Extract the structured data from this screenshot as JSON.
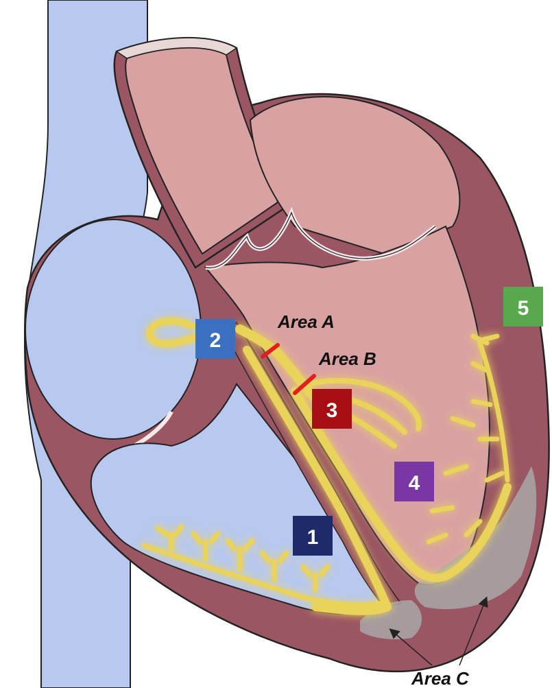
{
  "labels": {
    "area_a": "Area A",
    "area_b": "Area B",
    "area_c": "Area C"
  },
  "badges": [
    {
      "id": "badge-1",
      "text": "1",
      "color": "#1f2a6b"
    },
    {
      "id": "badge-2",
      "text": "2",
      "color": "#3b6fc0"
    },
    {
      "id": "badge-3",
      "text": "3",
      "color": "#a50f14"
    },
    {
      "id": "badge-4",
      "text": "4",
      "color": "#7b36a6"
    },
    {
      "id": "badge-5",
      "text": "5",
      "color": "#5aa84e"
    }
  ],
  "colors": {
    "vessel": "#b8c8ee",
    "wall": "#9a5663",
    "chamber_left": "#d9a2a2",
    "chamber_right": "#b8c8ee",
    "conduction": "#e9d35a",
    "scar": "#a8a8a8",
    "lesion": "#e02020"
  }
}
